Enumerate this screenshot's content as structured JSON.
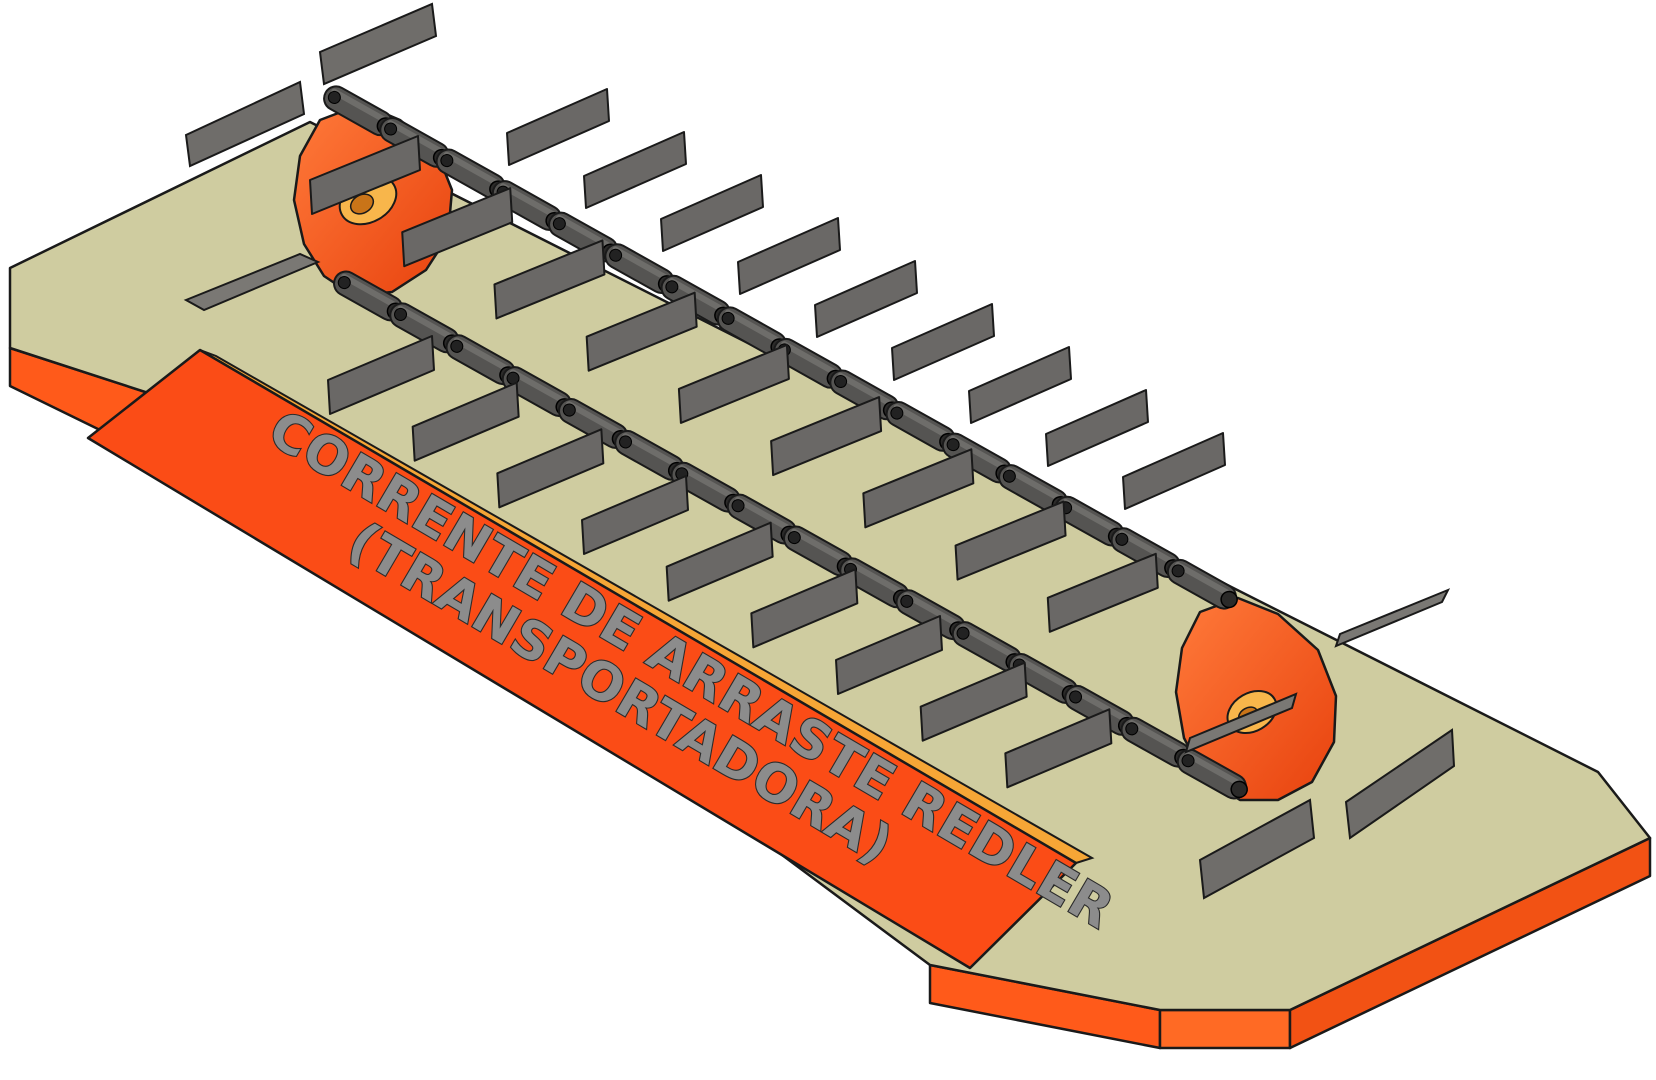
{
  "label": {
    "line1": "CORRENTE DE ARRASTE REDLER",
    "line2": "(TRANSPORTADORA)"
  },
  "colors": {
    "base_top": "#cfcca0",
    "base_side": "#ff5a1a",
    "label_face": "#fb4c16",
    "label_stripe": "#f6a636",
    "sprocket": "#ff5a1e",
    "sprocket_hub": "#f8b64b",
    "chain_plate": "#555452",
    "flight": "#6a6866",
    "outline": "#1a1a1a"
  },
  "chain": {
    "top_run_links": 16,
    "bottom_run_links": 16
  }
}
